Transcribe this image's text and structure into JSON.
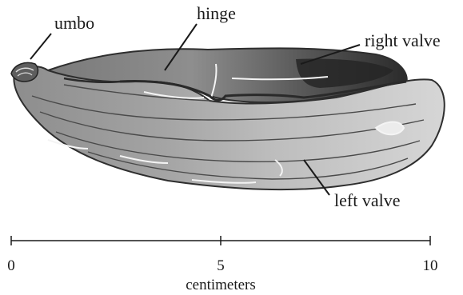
{
  "labels": {
    "umbo": "umbo",
    "hinge": "hinge",
    "right_valve": "right valve",
    "left_valve": "left valve"
  },
  "scale_bar": {
    "ticks": [
      "0",
      "5",
      "10"
    ],
    "unit": "centimeters"
  }
}
